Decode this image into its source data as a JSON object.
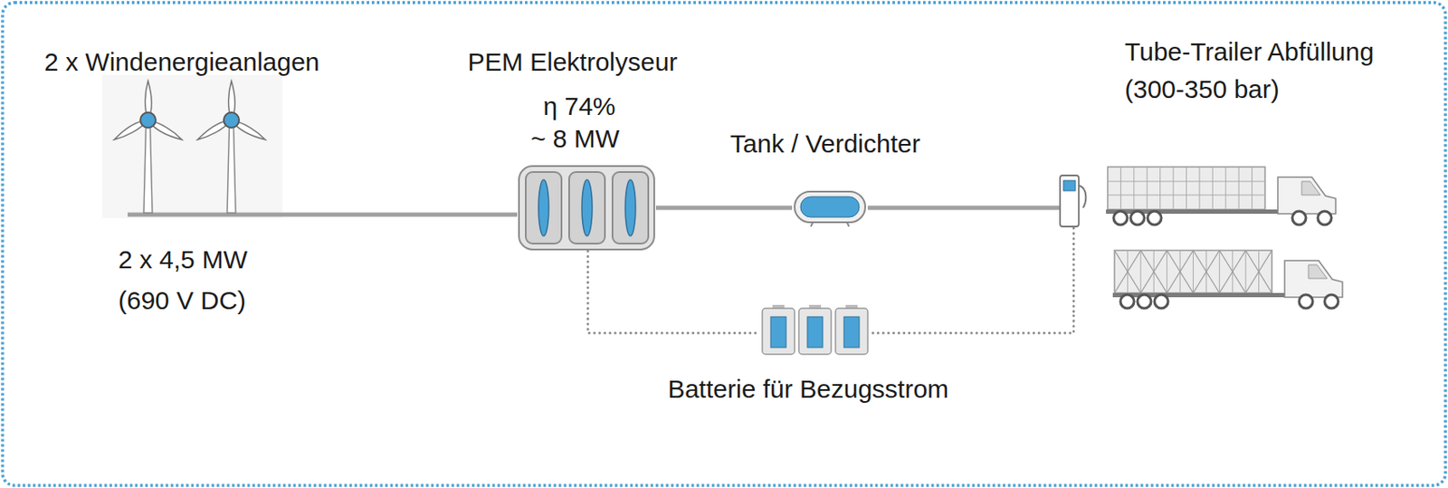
{
  "diagram": {
    "nodes": [
      {
        "text": [
          "2 x Windenergieanlagen",
          "2 x 4,5 MW",
          "(690 V DC)"
        ]
      },
      {
        "text": [
          "PEM Elektrolyseur",
          "η 74%",
          "~ 8 MW"
        ]
      },
      {
        "text": [
          "Tank / Verdichter"
        ]
      },
      {
        "text": [
          "Tube-Trailer Abfüllung",
          "(300-350 bar)"
        ]
      },
      {
        "text": [
          "Batterie für Bezugsstrom"
        ]
      }
    ],
    "edges": [
      {
        "from": 0,
        "to": 1,
        "arrow": "none"
      },
      {
        "from": 1,
        "to": 2,
        "arrow": "none"
      },
      {
        "from": 2,
        "to": 3,
        "arrow": "none"
      },
      {
        "from": 1,
        "to": 4,
        "arrow": "none"
      },
      {
        "from": 4,
        "to": 3,
        "arrow": "none"
      }
    ]
  }
}
